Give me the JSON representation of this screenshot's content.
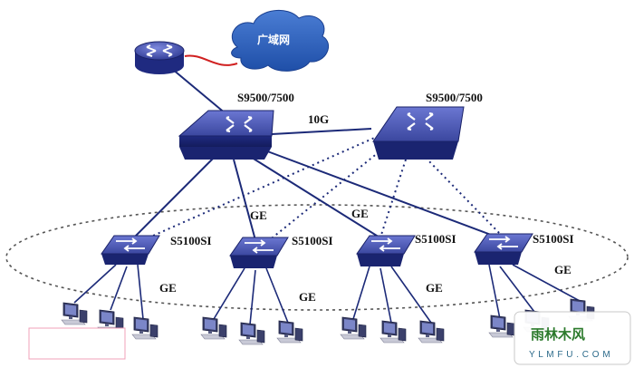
{
  "wan": {
    "label": "广域网"
  },
  "core": {
    "left": {
      "label": "S9500/7500"
    },
    "right": {
      "label": "S9500/7500"
    },
    "link_label": "10G"
  },
  "access": [
    {
      "label": "S5100SI"
    },
    {
      "label": "S5100SI"
    },
    {
      "label": "S5100SI"
    },
    {
      "label": "S5100SI"
    }
  ],
  "links": {
    "uplink_labels": [
      "GE",
      "GE"
    ],
    "downlink_labels": [
      "GE",
      "GE",
      "GE",
      "GE"
    ]
  },
  "watermark": {
    "title": "雨林木风",
    "subtitle": "Y L M F U . C O M"
  },
  "colors": {
    "device_blue": "#2b3a9a",
    "device_top": "#5a66c4",
    "cloud_blue": "#2f5fb8",
    "wan_link_red": "#d02020",
    "link_navy": "#1c2a78",
    "ring_dash": "#555555"
  }
}
